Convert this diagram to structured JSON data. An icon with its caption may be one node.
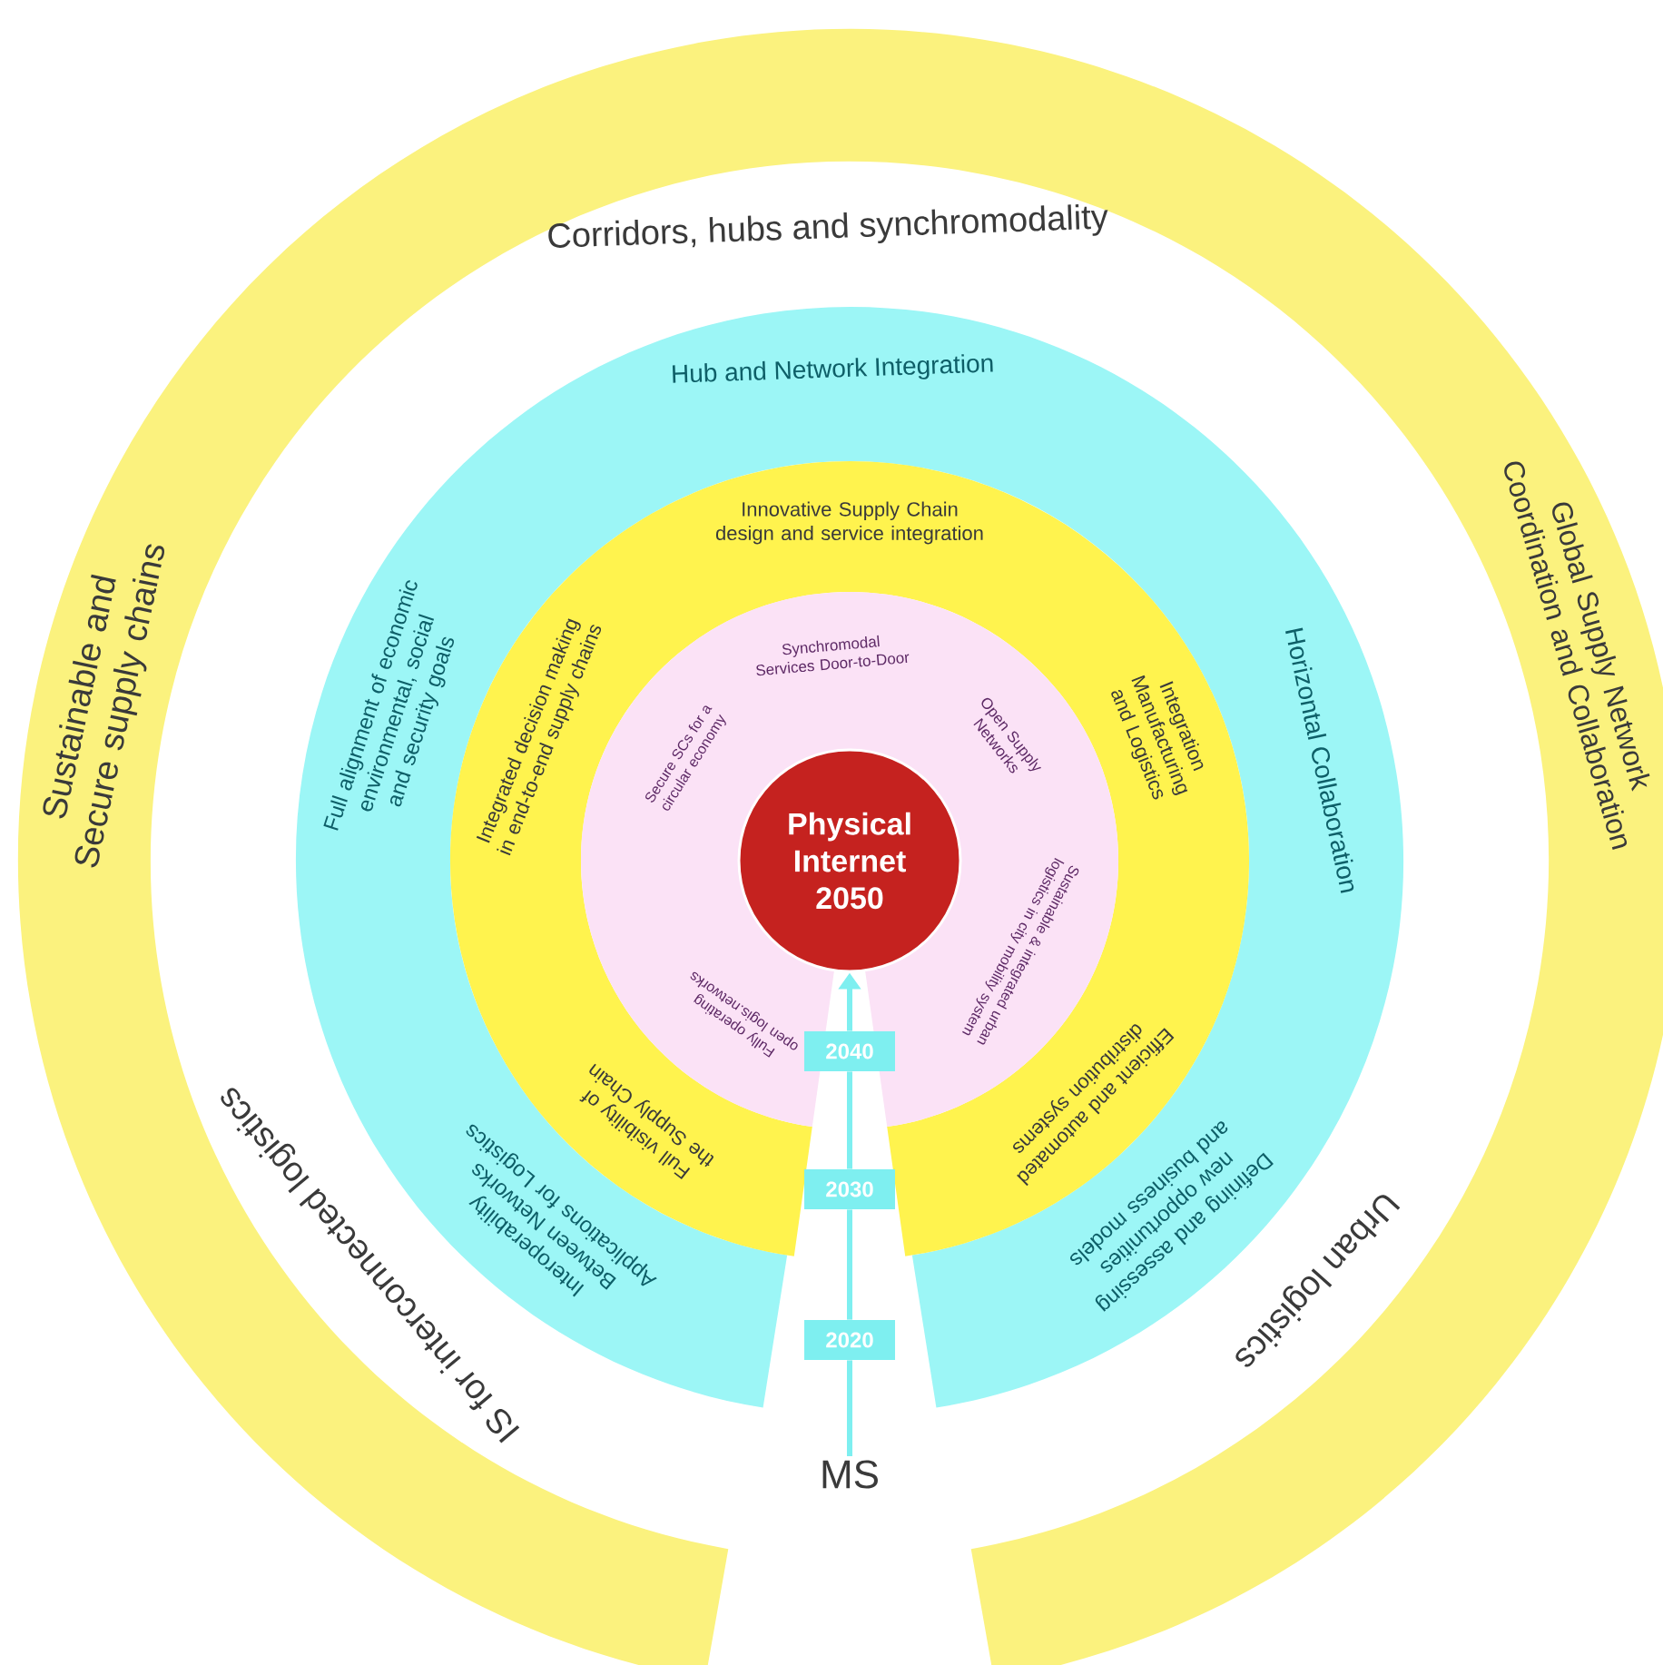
{
  "diagram": {
    "nodes": [
      {
        "text": [
          "Sustainable and Secure supply chains",
          "Global Supply Network Coordination and Collaboration"
        ]
      },
      {
        "text": [
          "Hub and Network Integration",
          "Horizontal Collaboration",
          "Defining and assessing new opportunities and business models",
          "Interoperability Between Networks Applications for Logistics",
          "Full alignment of economic environmental, social and security goals"
        ]
      },
      {
        "text": [
          "Innovative Supply Chain design and service integration",
          "Integration Manufacturing and Logistics",
          "Efficient and automated distribution systems",
          "Full visibility of the Supply Chain",
          "Integrated decision making in end-to-end supply chains"
        ]
      },
      {
        "text": [
          "Synchromodal Services Door-to-Door",
          "Open Supply Networks",
          "Sustainable & integrated urban logistics in city mobility system",
          "Fully operating open logis.networks",
          "Secure SCs for a circular economy"
        ]
      },
      {
        "text": [
          "Physical Internet 2050"
        ]
      },
      {
        "text": [
          "2040"
        ]
      },
      {
        "text": [
          "2030"
        ]
      },
      {
        "text": [
          "2020"
        ]
      },
      {
        "text": [
          "MS"
        ]
      }
    ],
    "edges": [
      {
        "from": 8,
        "to": 7,
        "arrow": "none"
      },
      {
        "from": 7,
        "to": 6,
        "arrow": "none"
      },
      {
        "from": 6,
        "to": 5,
        "arrow": "none"
      },
      {
        "from": 5,
        "to": 4,
        "arrow": "to"
      }
    ],
    "labels": [
      "Corridors, hubs and synchromodality",
      "IS for interconnected logistics",
      "Urban logistics"
    ]
  }
}
